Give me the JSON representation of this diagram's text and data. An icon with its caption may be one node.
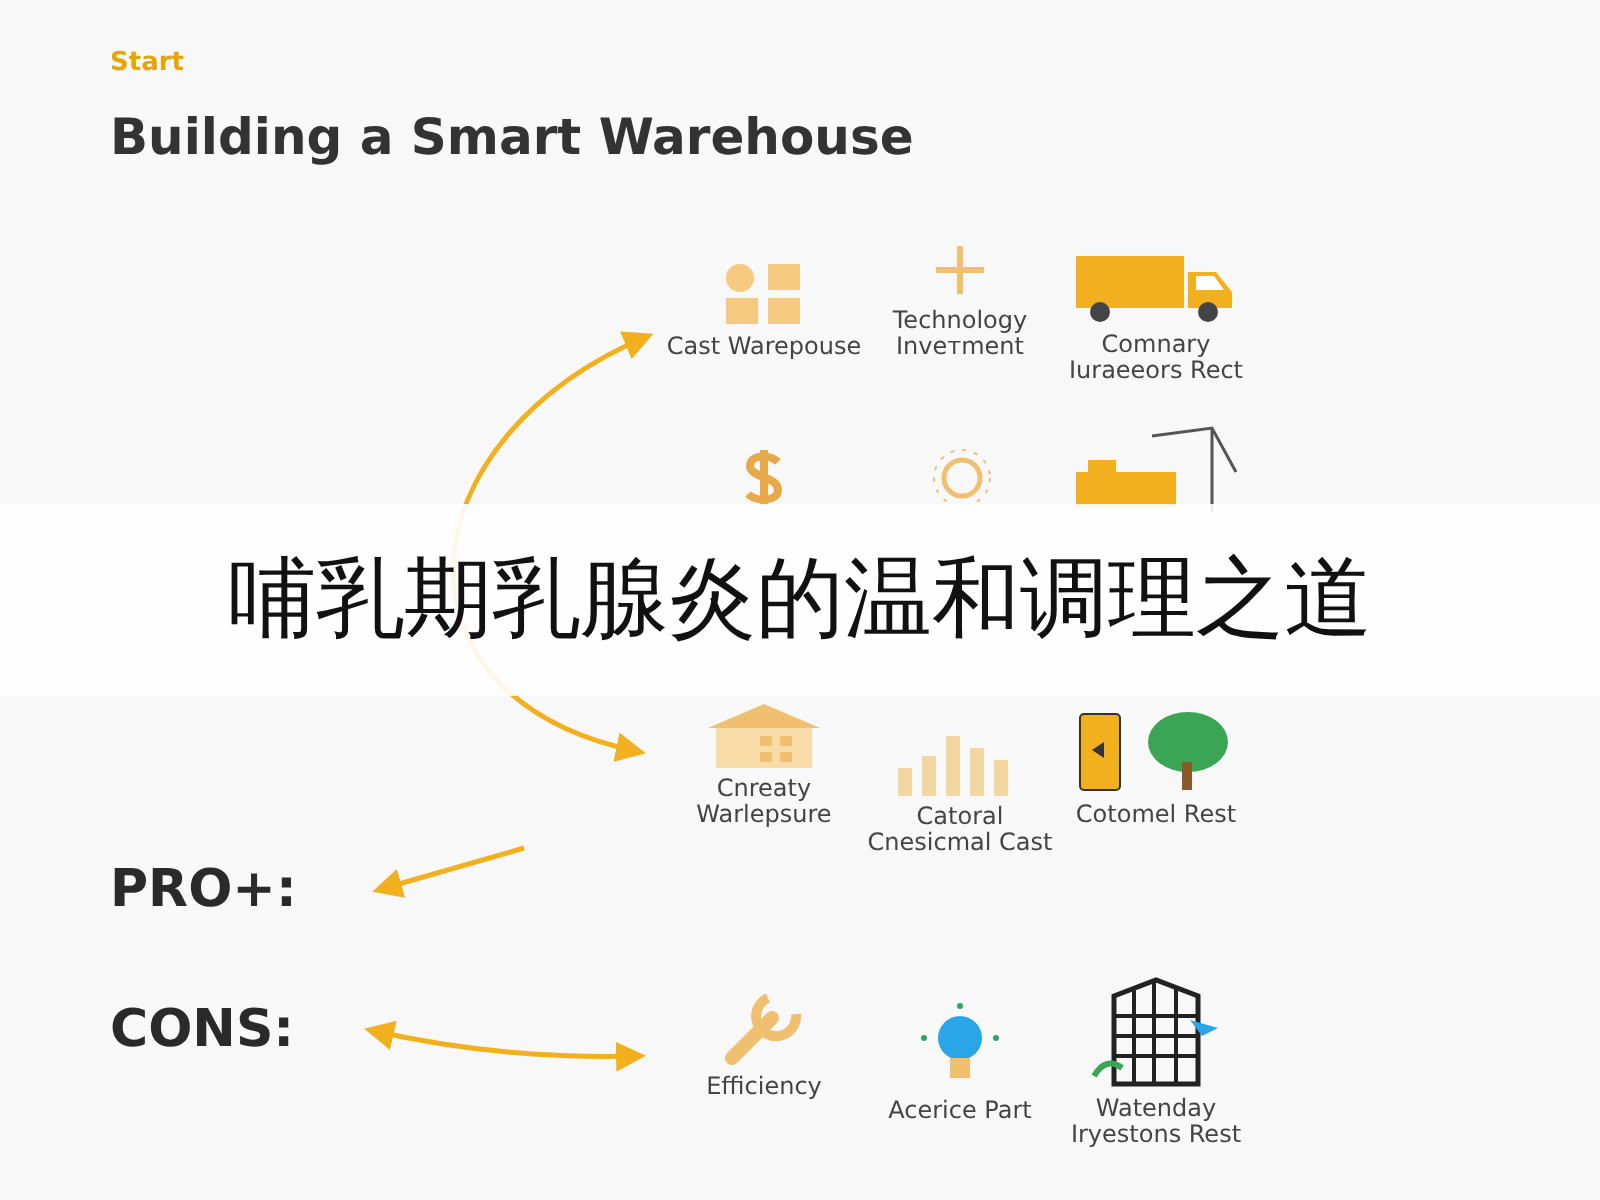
{
  "diagram": {
    "title": "Building a Smart Warehouse",
    "nodes": [
      {
        "text": [
          "PRO+:"
        ]
      },
      {
        "text": [
          "CONS:"
        ]
      },
      {
        "text": [
          "Cast Warepouse"
        ]
      },
      {
        "text": [
          "Technology Inveтment"
        ]
      },
      {
        "text": [
          "Comnary Iuraeeors Rect"
        ]
      },
      {
        "text": [],
        "shape": "picture"
      },
      {
        "text": [],
        "shape": "picture"
      },
      {
        "text": [],
        "shape": "picture"
      },
      {
        "text": [
          "Cnreaty Warlepsure"
        ]
      },
      {
        "text": [
          "Catoral Cnesicmal Cast"
        ]
      },
      {
        "text": [
          "Cotomel Rest"
        ]
      },
      {
        "text": [
          "Efficiency"
        ]
      },
      {
        "text": [
          "Acerice Part"
        ]
      },
      {
        "text": [
          "Watenday Iryestons Rest"
        ]
      }
    ],
    "edges": [
      {
        "from": 2,
        "to": 8,
        "arrow": "both"
      },
      {
        "from": null,
        "to": 0,
        "arrow": "to"
      },
      {
        "from": 1,
        "to": 11,
        "arrow": "both"
      }
    ],
    "labels": [
      "Start",
      "哺乳期乳腺炎的温和调理之道"
    ]
  }
}
